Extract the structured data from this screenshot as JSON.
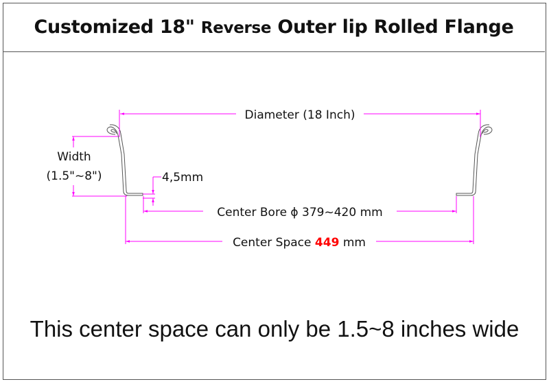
{
  "title": {
    "part1": "Customized 18\"",
    "part2": "Reverse",
    "part3": "Outer lip Rolled Flange"
  },
  "dimensions": {
    "diameter": "Diameter (18 Inch)",
    "width_line1": "Width",
    "width_line2": "(1.5\"~8\")",
    "thickness": "4,5mm",
    "center_bore": "Center Bore ϕ 379~420 mm",
    "center_space_prefix": "Center Space",
    "center_space_value": "449",
    "center_space_unit": "mm"
  },
  "note": "This center space can only be 1.5~8 inches wide",
  "colors": {
    "dimension": "#ff00ff",
    "highlight": "#ff0000",
    "outline": "#555555"
  }
}
